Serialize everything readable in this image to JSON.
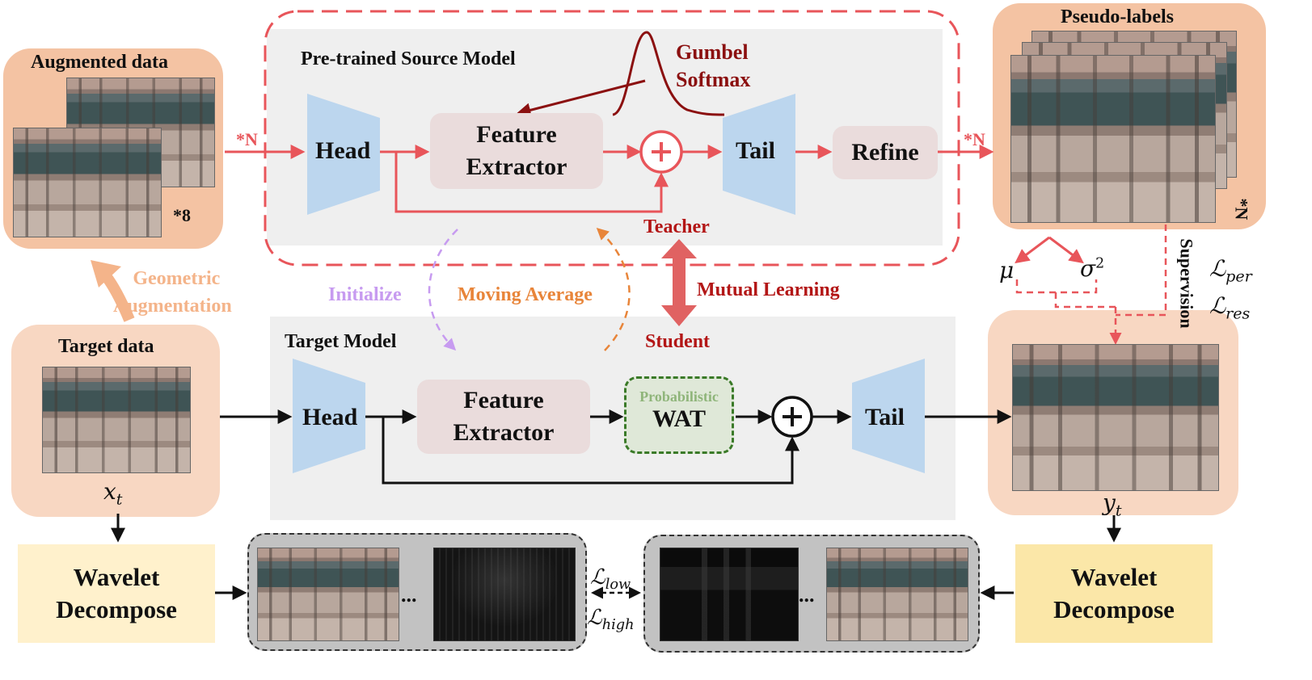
{
  "colors": {
    "teacher_red": "#e8555a",
    "dark_red": "#8b1010",
    "orange": "#e8853a",
    "peach": "#f8d7c2",
    "light_gray": "#efefef",
    "feature_box": "#eadcdc",
    "net_blue": "#bcd6ee",
    "wat_green": "#3a7a28",
    "initialize_purple": "#c79bf0",
    "wavelet_yellow": "#fbe7a8"
  },
  "source": {
    "title": "Pre-trained Source Model",
    "head": "Head",
    "feature_extractor": [
      "Feature",
      "Extractor"
    ],
    "tail": "Tail",
    "refine": "Refine",
    "gumbel": [
      "Gumbel",
      "Softmax"
    ]
  },
  "target": {
    "title": "Target Model",
    "head": "Head",
    "feature_extractor": [
      "Feature",
      "Extractor"
    ],
    "wat_top": "Probabilistic",
    "wat": "WAT",
    "tail": "Tail"
  },
  "labels": {
    "augmented_data": "Augmented data",
    "pseudo_labels": "Pseudo-labels",
    "target_data": "Target data",
    "geometric_augmentation": [
      "Geometric",
      "Augmentation"
    ],
    "initialize": "Initialize",
    "moving_average": "Moving Average",
    "teacher": "Teacher",
    "student": "Student",
    "mutual_learning": "Mutual Learning",
    "supervision": "Supervision",
    "times_n_left": "*N",
    "times_n_right": "*N",
    "times_8": "*8",
    "times_n_stack": "*N",
    "ellipsis": "..."
  },
  "math": {
    "x": "x",
    "x_sub": "t",
    "y": "y",
    "y_sub": "t",
    "mu": "μ",
    "sigma": "σ",
    "sigma_sup": "2",
    "l_per": "per",
    "l_res": "res",
    "l_low": "low",
    "l_high": "high",
    "script_l": "ℒ"
  },
  "wavelet": {
    "left": [
      "Wavelet",
      "Decompose"
    ],
    "right": [
      "Wavelet",
      "Decompose"
    ]
  }
}
